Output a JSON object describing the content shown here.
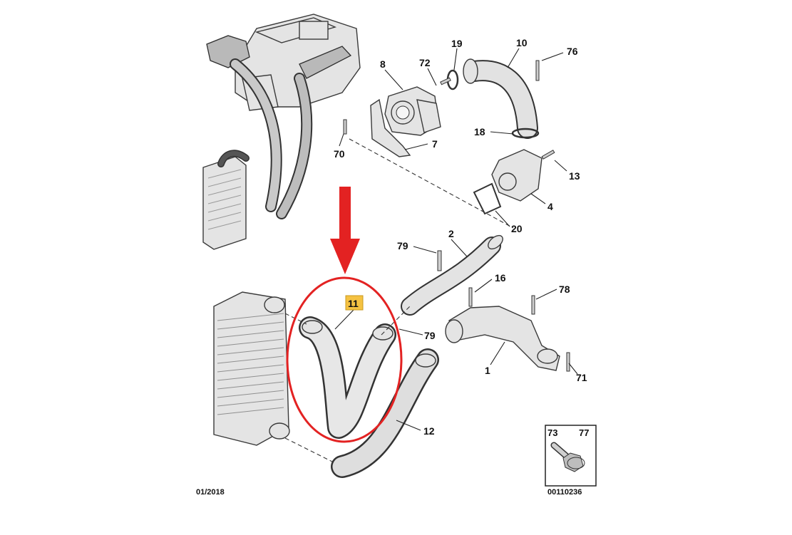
{
  "callouts": [
    {
      "id": "c19",
      "label": "19"
    },
    {
      "id": "c10",
      "label": "10"
    },
    {
      "id": "c76",
      "label": "76"
    },
    {
      "id": "c8",
      "label": "8"
    },
    {
      "id": "c72",
      "label": "72"
    },
    {
      "id": "c18",
      "label": "18"
    },
    {
      "id": "c7",
      "label": "7"
    },
    {
      "id": "c70",
      "label": "70"
    },
    {
      "id": "c13",
      "label": "13"
    },
    {
      "id": "c4",
      "label": "4"
    },
    {
      "id": "c20",
      "label": "20"
    },
    {
      "id": "c2",
      "label": "2"
    },
    {
      "id": "c79a",
      "label": "79"
    },
    {
      "id": "c16",
      "label": "16"
    },
    {
      "id": "c78",
      "label": "78"
    },
    {
      "id": "c11",
      "label": "11"
    },
    {
      "id": "c79b",
      "label": "79"
    },
    {
      "id": "c1",
      "label": "1"
    },
    {
      "id": "c71",
      "label": "71"
    },
    {
      "id": "c12",
      "label": "12"
    }
  ],
  "inset": {
    "labels": [
      "73",
      "77"
    ]
  },
  "footer": {
    "date": "01/2018",
    "reference": "00110236"
  },
  "colors": {
    "highlight_red": "#e32222",
    "label_highlight": "#f5c242",
    "part_fill": "#e4e4e4",
    "line": "#333333"
  }
}
